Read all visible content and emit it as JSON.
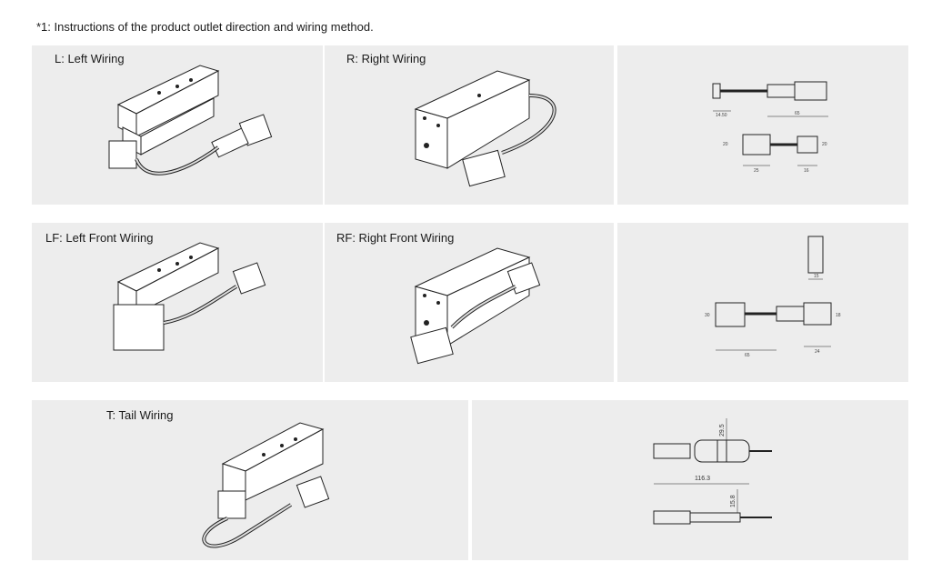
{
  "heading": "*1: Instructions of the product outlet direction and wiring method.",
  "panels": {
    "left": {
      "label": "L: Left Wiring"
    },
    "right": {
      "label": "R: Right Wiring"
    },
    "left_front": {
      "label": "LF: Left Front Wiring"
    },
    "right_front": {
      "label": "RF: Right Front Wiring"
    },
    "tail": {
      "label": "T: Tail Wiring"
    }
  },
  "dims": {
    "d1": "14.50",
    "d2": "65",
    "d3": "20",
    "d4": "25",
    "d5": "16",
    "d6": "20",
    "d7": "15",
    "d8": "30",
    "d9": "65",
    "d10": "24",
    "d11": "18",
    "d12": "29.5",
    "d13": "116.3",
    "d14": "15.8"
  }
}
